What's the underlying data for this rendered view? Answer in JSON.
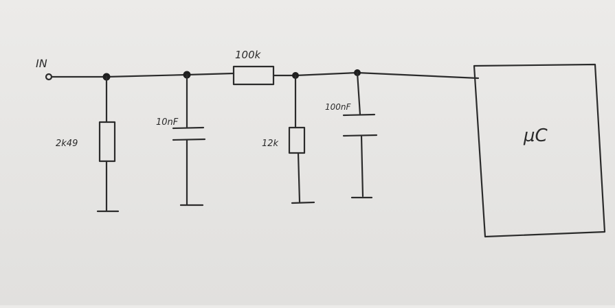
{
  "diagram": {
    "input_label": "IN",
    "components": {
      "r1": {
        "value": "2k49"
      },
      "c1": {
        "value": "10nF"
      },
      "r_series": {
        "value": "100k"
      },
      "r2": {
        "value": "12k"
      },
      "c2": {
        "value": "100nF"
      },
      "mcu": {
        "label": "µC"
      }
    },
    "colors": {
      "paper": "#e8e7e5",
      "ink": "#2b2b2b"
    }
  }
}
